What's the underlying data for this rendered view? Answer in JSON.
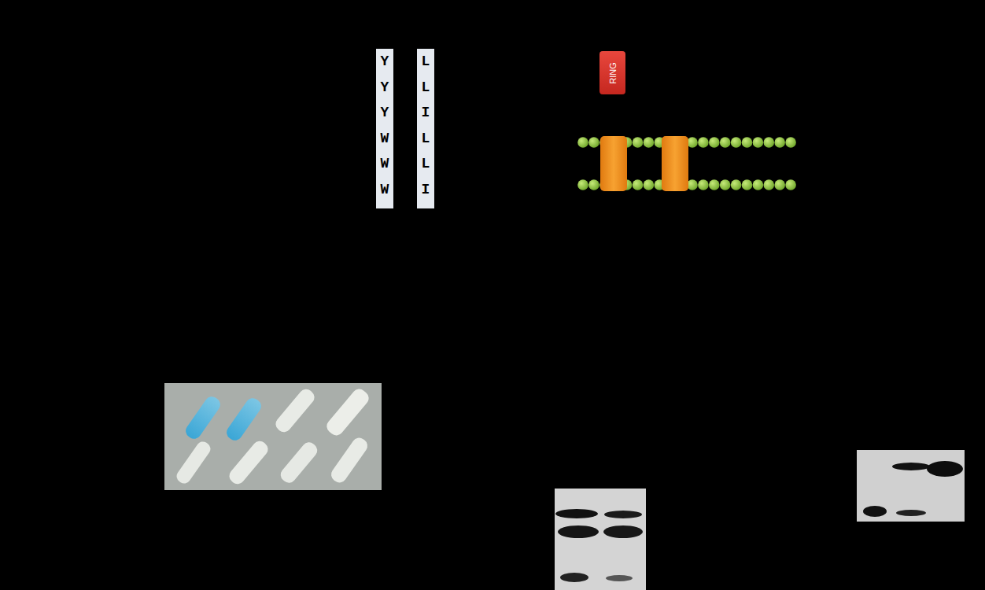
{
  "diagram": {
    "nodes": [
      {
        "text": [
          "Y Y Y W W W"
        ]
      },
      {
        "text": [
          "L L I L L I"
        ]
      },
      {
        "text": [
          "RING"
        ]
      }
    ]
  }
}
